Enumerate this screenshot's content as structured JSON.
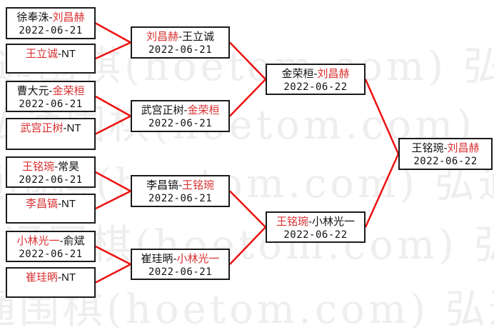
{
  "chart_data": {
    "type": "bracket-diagram",
    "title": "",
    "description_colors": {
      "winner_text": "#d93030",
      "loser_text": "#111111",
      "connector_line": "#ee1111",
      "box_border": "#1b1b1b",
      "watermark": "#f0eded"
    },
    "watermark": {
      "text": "弘通围棋(hoetom.com)"
    },
    "rounds": [
      {
        "name": "round1",
        "matches": [
          {
            "p1": "徐奉洙",
            "p1_red": false,
            "p2": "刘昌赫",
            "p2_red": true,
            "date": "2022-06-21"
          },
          {
            "p1": "王立诚",
            "p1_red": true,
            "p2": "NT",
            "p2_red": false,
            "date": ""
          },
          {
            "p1": "曹大元",
            "p1_red": false,
            "p2": "金荣桓",
            "p2_red": true,
            "date": "2022-06-21"
          },
          {
            "p1": "武宫正树",
            "p1_red": true,
            "p2": "NT",
            "p2_red": false,
            "date": ""
          },
          {
            "p1": "王铭琬",
            "p1_red": true,
            "p2": "常昊",
            "p2_red": false,
            "date": "2022-06-21"
          },
          {
            "p1": "李昌镐",
            "p1_red": true,
            "p2": "NT",
            "p2_red": false,
            "date": ""
          },
          {
            "p1": "小林光一",
            "p1_red": true,
            "p2": "俞斌",
            "p2_red": false,
            "date": "2022-06-21"
          },
          {
            "p1": "崔珪昞",
            "p1_red": true,
            "p2": "NT",
            "p2_red": false,
            "date": ""
          }
        ]
      },
      {
        "name": "round2",
        "matches": [
          {
            "p1": "刘昌赫",
            "p1_red": true,
            "p2": "王立诚",
            "p2_red": false,
            "date": "2022-06-21"
          },
          {
            "p1": "武宫正树",
            "p1_red": false,
            "p2": "金荣桓",
            "p2_red": true,
            "date": "2022-06-21"
          },
          {
            "p1": "李昌镐",
            "p1_red": false,
            "p2": "王铭琬",
            "p2_red": true,
            "date": "2022-06-21"
          },
          {
            "p1": "崔珪昞",
            "p1_red": false,
            "p2": "小林光一",
            "p2_red": true,
            "date": "2022-06-21"
          }
        ]
      },
      {
        "name": "semifinals",
        "matches": [
          {
            "p1": "金荣桓",
            "p1_red": false,
            "p2": "刘昌赫",
            "p2_red": true,
            "date": "2022-06-22"
          },
          {
            "p1": "王铭琬",
            "p1_red": true,
            "p2": "小林光一",
            "p2_red": false,
            "date": "2022-06-22"
          }
        ]
      },
      {
        "name": "final",
        "matches": [
          {
            "p1": "王铭琬",
            "p1_red": false,
            "p2": "刘昌赫",
            "p2_red": true,
            "date": "2022-06-22"
          }
        ]
      }
    ]
  }
}
